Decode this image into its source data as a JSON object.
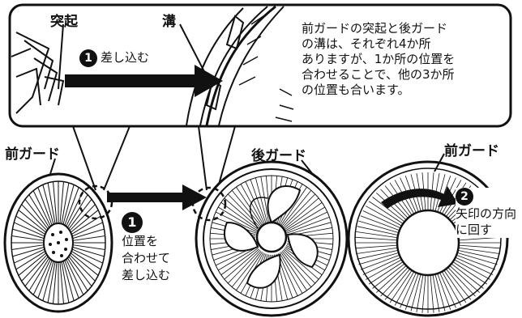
{
  "callout": {
    "label_protrusion": "突起",
    "label_groove": "溝",
    "step1_num": "1",
    "step1_text": "差し込む",
    "note_lines": [
      "前ガードの突起と後ガード",
      "の溝は、それぞれ4か所",
      "ありますが、1か所の位置を",
      "合わせることで、他の3か所",
      "の位置も合います。"
    ]
  },
  "front_guard_label": "前ガード",
  "rear_guard_label": "後ガード",
  "front_guard_label_2": "前ガード",
  "step1": {
    "num": "1",
    "lines": [
      "位置を",
      "合わせて",
      "差し込む"
    ]
  },
  "step2": {
    "num": "2",
    "lines": [
      "矢印の方向",
      "に回す"
    ]
  }
}
